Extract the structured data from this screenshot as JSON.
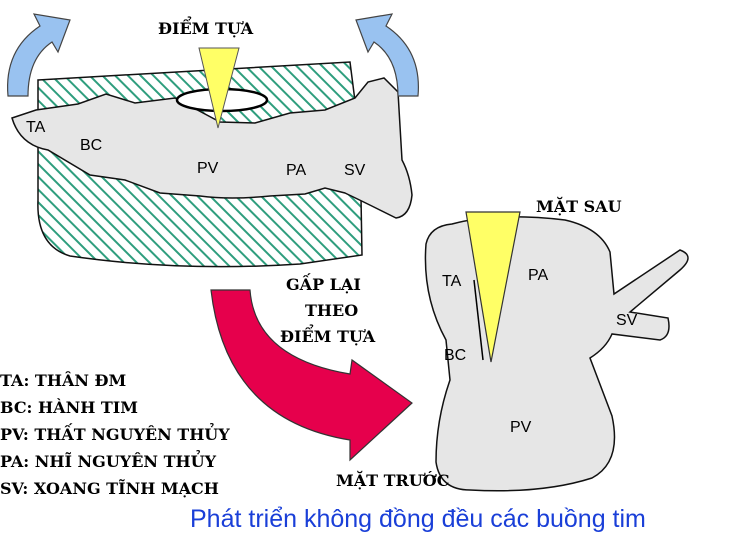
{
  "labels": {
    "fulcrum": "ĐIỂM TỰA",
    "back_face": "MẶT SAU",
    "front_face": "MẶT TRƯỚC",
    "fold_line1": "GẤP LẠI",
    "fold_line2": "THEO",
    "fold_line3": "ĐIỂM TỰA"
  },
  "left_tube": {
    "ta": "TA",
    "bc": "BC",
    "pv": "PV",
    "pa": "PA",
    "sv": "SV"
  },
  "right_heart": {
    "ta": "TA",
    "pa": "PA",
    "sv": "SV",
    "bc": "BC",
    "pv": "PV"
  },
  "legend": [
    "TA: THÂN ĐM",
    "BC: HÀNH TIM",
    "PV: THẤT NGUYÊN THỦY",
    "PA: NHĨ NGUYÊN THỦY",
    "SV: XOANG TĨNH MẠCH"
  ],
  "caption": "Phát triển không đồng đều các buồng tim",
  "colors": {
    "hatch": "#2f9e7e",
    "body_fill": "#e6e6e6",
    "pointer": "#ffff66",
    "arrow_blue": "#99c2f0",
    "fold_arrow": "#e6004c",
    "caption": "#1a3fd8"
  }
}
